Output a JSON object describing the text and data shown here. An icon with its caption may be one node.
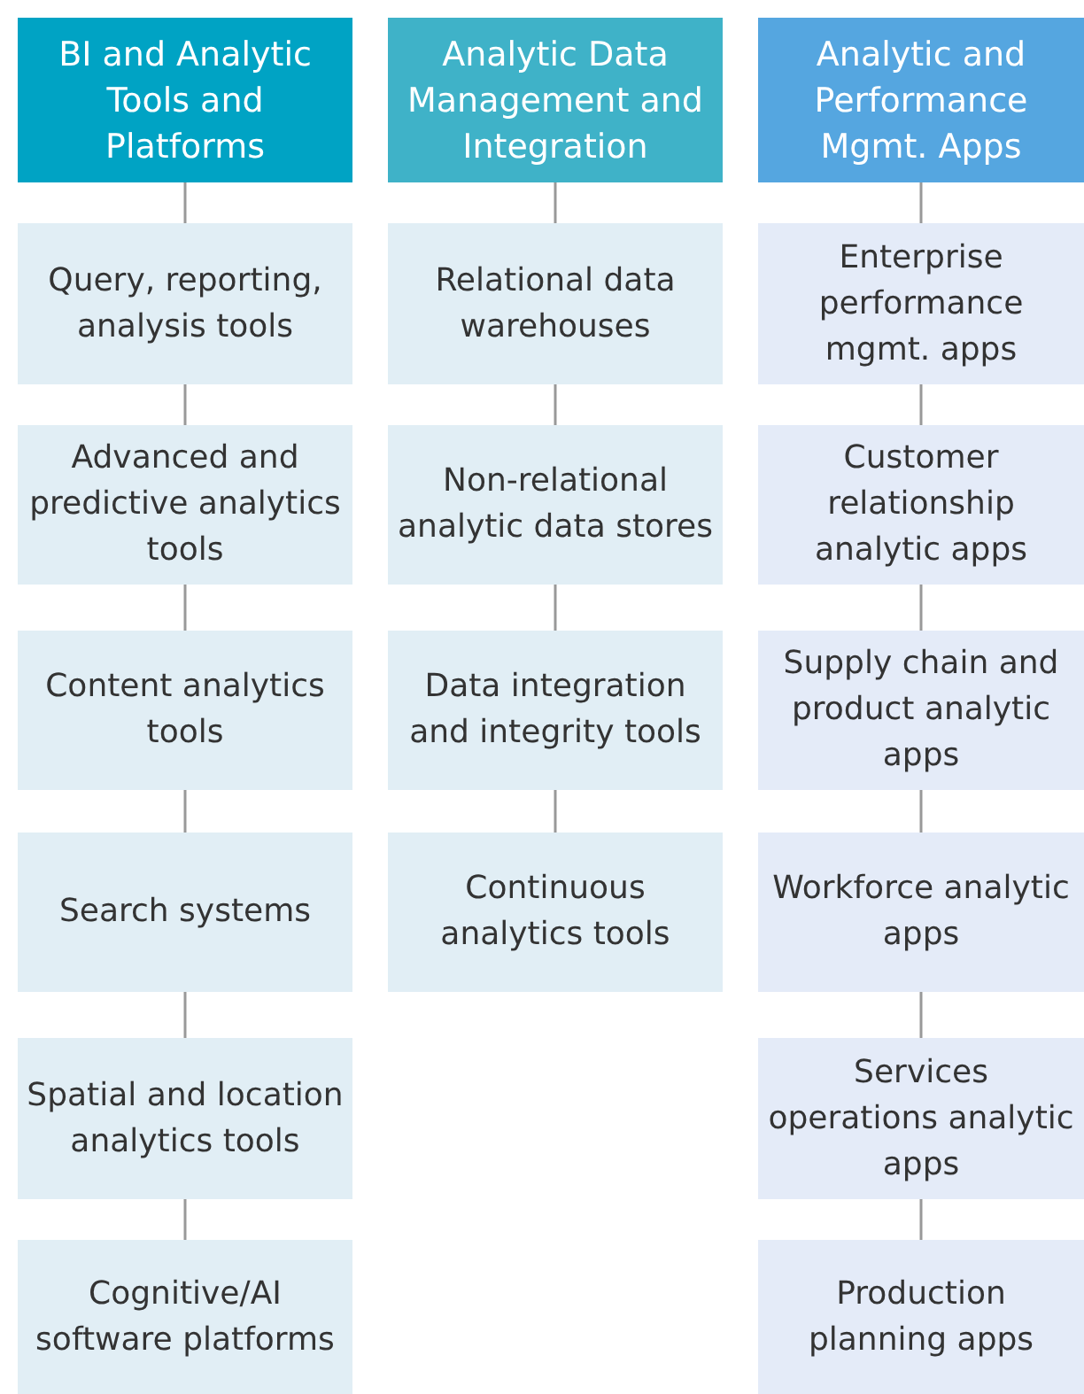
{
  "diagram": {
    "nodes": [
      {
        "text": [
          "BI and Analytic Tools and Platforms"
        ]
      },
      {
        "text": [
          "Query, reporting, analysis tools"
        ]
      },
      {
        "text": [
          "Advanced and predictive analytics tools"
        ]
      },
      {
        "text": [
          "Content analytics tools"
        ]
      },
      {
        "text": [
          "Search systems"
        ]
      },
      {
        "text": [
          "Spatial and location analytics tools"
        ]
      },
      {
        "text": [
          "Cognitive/AI software platforms"
        ]
      },
      {
        "text": [
          "Analytic Data Management and Integration"
        ]
      },
      {
        "text": [
          "Relational data warehouses"
        ]
      },
      {
        "text": [
          "Non-relational analytic data stores"
        ]
      },
      {
        "text": [
          "Data integration and integrity tools"
        ]
      },
      {
        "text": [
          "Continuous analytics tools"
        ]
      },
      {
        "text": [
          "Analytic and Performance Mgmt. Apps"
        ]
      },
      {
        "text": [
          "Enterprise performance mgmt. apps"
        ]
      },
      {
        "text": [
          "Customer relationship analytic apps"
        ]
      },
      {
        "text": [
          "Supply chain and product analytic apps"
        ]
      },
      {
        "text": [
          "Workforce analytic apps"
        ]
      },
      {
        "text": [
          "Services operations analytic apps"
        ]
      },
      {
        "text": [
          "Production planning apps"
        ]
      }
    ],
    "edges": [
      {
        "from": 0,
        "to": 1,
        "arrow": "none"
      },
      {
        "from": 1,
        "to": 2,
        "arrow": "none"
      },
      {
        "from": 2,
        "to": 3,
        "arrow": "none"
      },
      {
        "from": 3,
        "to": 4,
        "arrow": "none"
      },
      {
        "from": 4,
        "to": 5,
        "arrow": "none"
      },
      {
        "from": 5,
        "to": 6,
        "arrow": "none"
      },
      {
        "from": 7,
        "to": 8,
        "arrow": "none"
      },
      {
        "from": 8,
        "to": 9,
        "arrow": "none"
      },
      {
        "from": 9,
        "to": 10,
        "arrow": "none"
      },
      {
        "from": 10,
        "to": 11,
        "arrow": "none"
      },
      {
        "from": 12,
        "to": 13,
        "arrow": "none"
      },
      {
        "from": 13,
        "to": 14,
        "arrow": "none"
      },
      {
        "from": 14,
        "to": 15,
        "arrow": "none"
      },
      {
        "from": 15,
        "to": 16,
        "arrow": "none"
      },
      {
        "from": 16,
        "to": 17,
        "arrow": "none"
      },
      {
        "from": 17,
        "to": 18,
        "arrow": "none"
      }
    ]
  }
}
